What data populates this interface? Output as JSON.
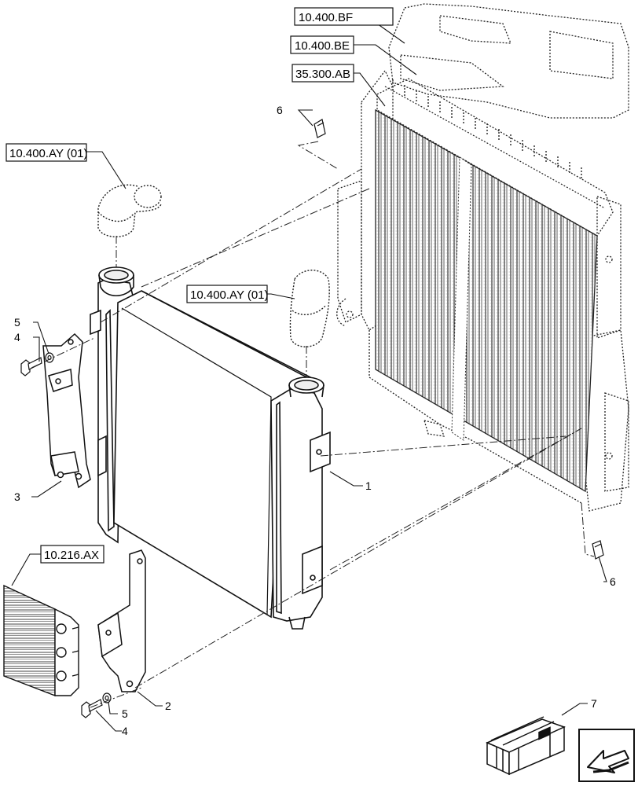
{
  "references": {
    "ref_bf": "10.400.BF",
    "ref_be": "10.400.BE",
    "ref_ab": "35.300.AB",
    "ref_ay_top": "10.400.AY (01)",
    "ref_ay_mid": "10.400.AY (01)",
    "ref_ax": "10.216.AX"
  },
  "callouts": {
    "c1": "1",
    "c2": "2",
    "c3": "3",
    "c4_left": "4",
    "c5_left": "5",
    "c4_bottom": "4",
    "c5_bottom": "5",
    "c6_top": "6",
    "c6_right": "6",
    "c7": "7"
  },
  "icons": {
    "nav": "arrow-icon",
    "kit": "crate-icon"
  }
}
